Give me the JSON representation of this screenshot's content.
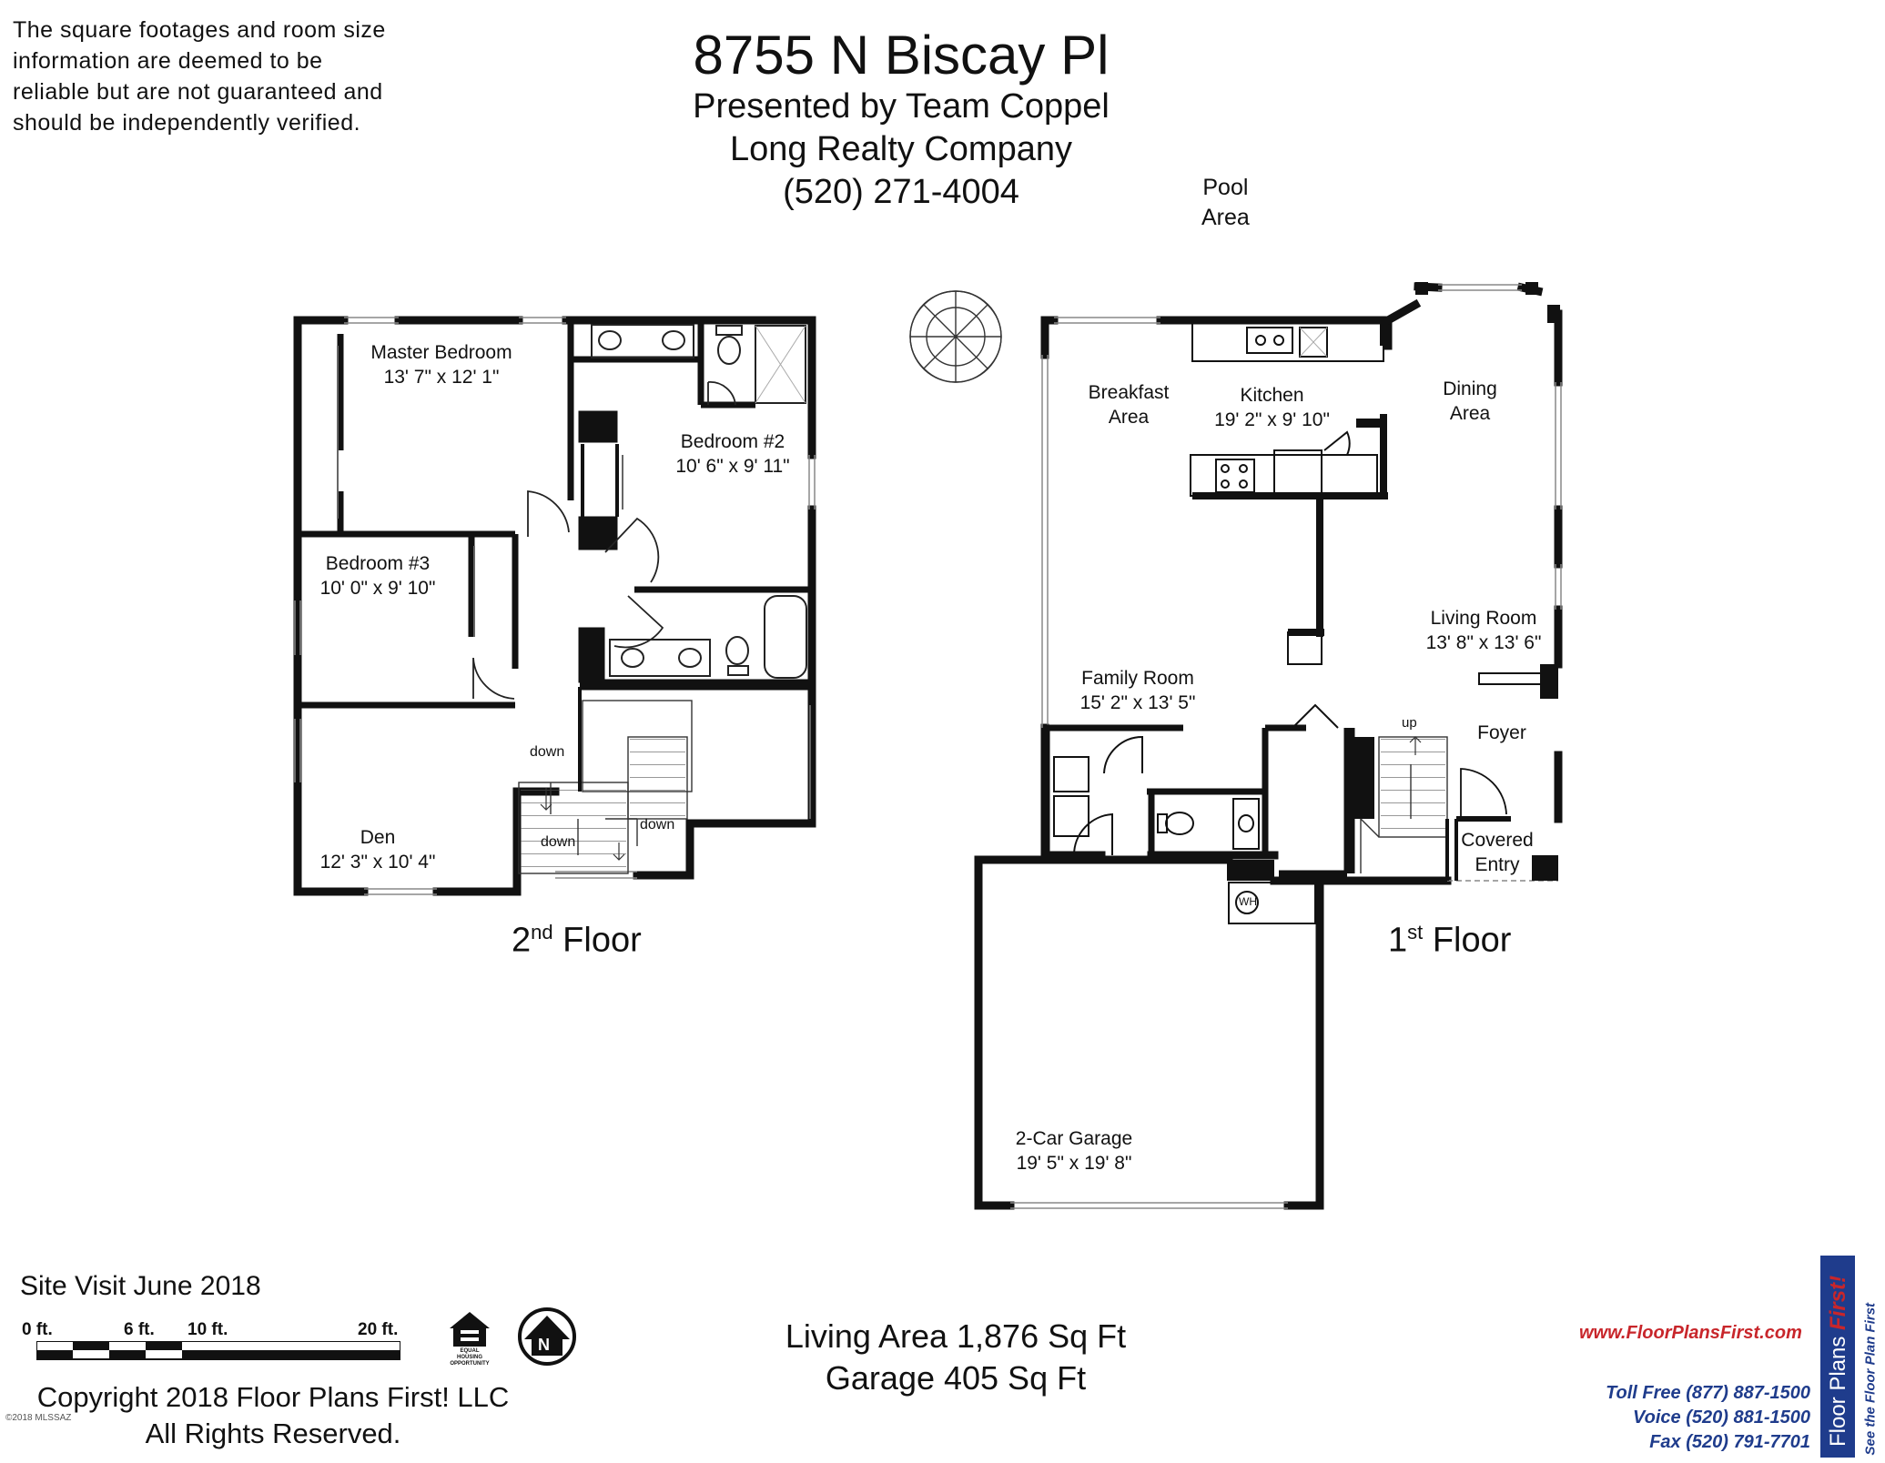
{
  "disclaimer": {
    "lines": [
      "The square footages and room size",
      "information are deemed to be",
      "reliable but are not guaranteed and",
      "should be independently verified."
    ]
  },
  "header": {
    "address": "8755 N Biscay Pl",
    "presented_by": "Presented by Team Coppel",
    "company": "Long Realty Company",
    "phone": "(520) 271-4004"
  },
  "second_floor": {
    "label_main": "2",
    "label_sup": "nd",
    "label_rest": " Floor",
    "rooms": {
      "master_bedroom": {
        "name": "Master Bedroom",
        "size": "13' 7\" x 12' 1\""
      },
      "bedroom2": {
        "name": "Bedroom #2",
        "size": "10' 6\" x 9' 11\""
      },
      "bedroom3": {
        "name": "Bedroom #3",
        "size": "10' 0\" x 9' 10\""
      },
      "den": {
        "name": "Den",
        "size": "12' 3\" x 10' 4\""
      }
    },
    "stair_labels": {
      "down1": "down",
      "down2": "down",
      "down3": "down"
    }
  },
  "first_floor": {
    "label_main": "1",
    "label_sup": "st",
    "label_rest": " Floor",
    "pool_area": [
      "Pool",
      "Area"
    ],
    "rooms": {
      "breakfast": {
        "name": "Breakfast",
        "name2": "Area"
      },
      "kitchen": {
        "name": "Kitchen",
        "size": "19' 2\" x 9' 10\""
      },
      "dining": {
        "name": "Dining",
        "name2": "Area"
      },
      "living_room": {
        "name": "Living Room",
        "size": "13' 8\" x 13' 6\""
      },
      "family_room": {
        "name": "Family Room",
        "size": "15' 2\" x 13' 5\""
      },
      "foyer": {
        "name": "Foyer"
      },
      "covered_entry": {
        "name": "Covered",
        "name2": "Entry"
      },
      "garage": {
        "name": "2-Car Garage",
        "size": "19' 5\" x 19' 8\""
      }
    },
    "stair_label": "up",
    "water_heater": "WH"
  },
  "footer": {
    "site_visit": "Site Visit June 2018",
    "scale": {
      "l0": "0 ft.",
      "l6": "6 ft.",
      "l10": "10 ft.",
      "l20": "20 ft."
    },
    "copyright_line1": "Copyright 2018 Floor Plans First! LLC",
    "copyright_line2": "All Rights Reserved.",
    "tiny_mark": "©2018 MLSSAZ",
    "equal_housing": [
      "EQUAL",
      "HOUSING",
      "OPPORTUNITY"
    ],
    "north_letter": "N",
    "living_area": "Living Area 1,876 Sq Ft",
    "garage_area": "Garage 405 Sq Ft",
    "website": "www.FloorPlansFirst.com",
    "toll_free": "Toll Free (877) 887-1500",
    "voice": "Voice (520) 881-1500",
    "fax": "Fax (520) 791-7701",
    "logo_text": "Floor Plans",
    "logo_script": "First!",
    "logo_tagline": "See the Floor Plan First"
  }
}
